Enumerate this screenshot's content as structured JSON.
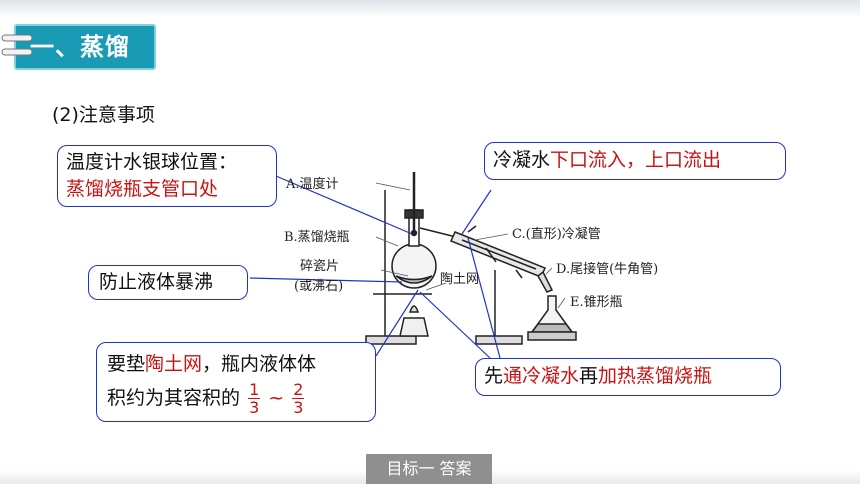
{
  "header": {
    "title": "一、蒸馏"
  },
  "subheading": "(2)注意事项",
  "callouts": {
    "thermometer_line1": "温度计水银球位置：",
    "thermometer_line2": "蒸馏烧瓶支管口处",
    "water_prefix": "冷凝水",
    "water_red": "下口流入，上口流出",
    "bumping": "防止液体暴沸",
    "gauze_pre": "要垫",
    "gauze_red": "陶土网",
    "gauze_post": "，瓶内液体体",
    "volume_pre": "积约为其容积的",
    "frac1_num": "1",
    "frac1_den": "3",
    "tilde": "~",
    "frac2_num": "2",
    "frac2_den": "3",
    "order_pre": "先",
    "order_red1": "通冷凝水",
    "order_mid": "再",
    "order_red2": "加热蒸馏烧瓶"
  },
  "diagram_labels": {
    "a": "A.温度计",
    "b": "B.蒸馏烧瓶",
    "c": "C.(直形)冷凝管",
    "d": "D.尾接管(牛角管)",
    "e": "E.锥形瓶",
    "chips1": "碎瓷片",
    "chips2": "(或沸石)",
    "gauze": "陶土网"
  },
  "footer": {
    "button": "目标一  答案"
  },
  "colors": {
    "accent": "#1a9bb5",
    "callout_border": "#2233cc",
    "highlight": "#cc1111"
  }
}
